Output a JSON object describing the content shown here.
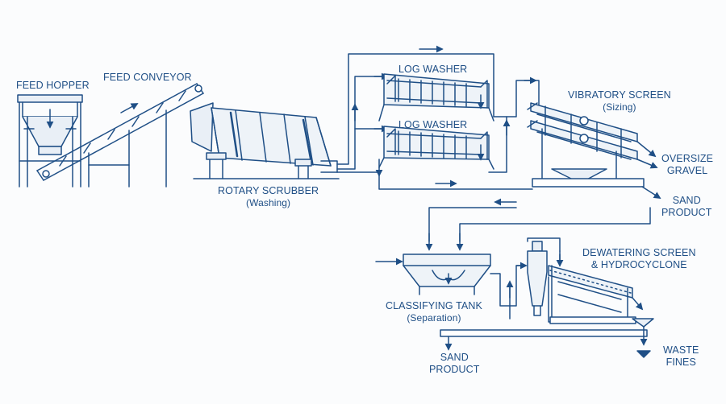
{
  "colors": {
    "line": "#1f4f86",
    "fill": "#e9eff6",
    "background": "#fbfcfd"
  },
  "labels": {
    "feed_hopper": "FEED HOPPER",
    "feed_conveyor": "FEED CONVEYOR",
    "rotary_scrubber": "ROTARY SCRUBBER",
    "rotary_scrubber_sub": "(Washing)",
    "log_washer_1": "LOG WASHER",
    "log_washer_2": "LOG WASHER",
    "vibratory_screen": "VIBRATORY SCREEN",
    "vibratory_screen_sub": "(Sizing)",
    "oversize_1": "OVERSIZE",
    "oversize_2": "GRAVEL",
    "sand_product_right_1": "SAND",
    "sand_product_right_2": "PRODUCT",
    "dewatering_1": "DEWATERING SCREEN",
    "dewatering_2": "& HYDROCYCLONE",
    "classifying_tank": "CLASSIFYING TANK",
    "classifying_tank_sub": "(Separation)",
    "sand_product_bottom_1": "SAND",
    "sand_product_bottom_2": "PRODUCT",
    "waste_1": "WASTE",
    "waste_2": "FINES"
  }
}
